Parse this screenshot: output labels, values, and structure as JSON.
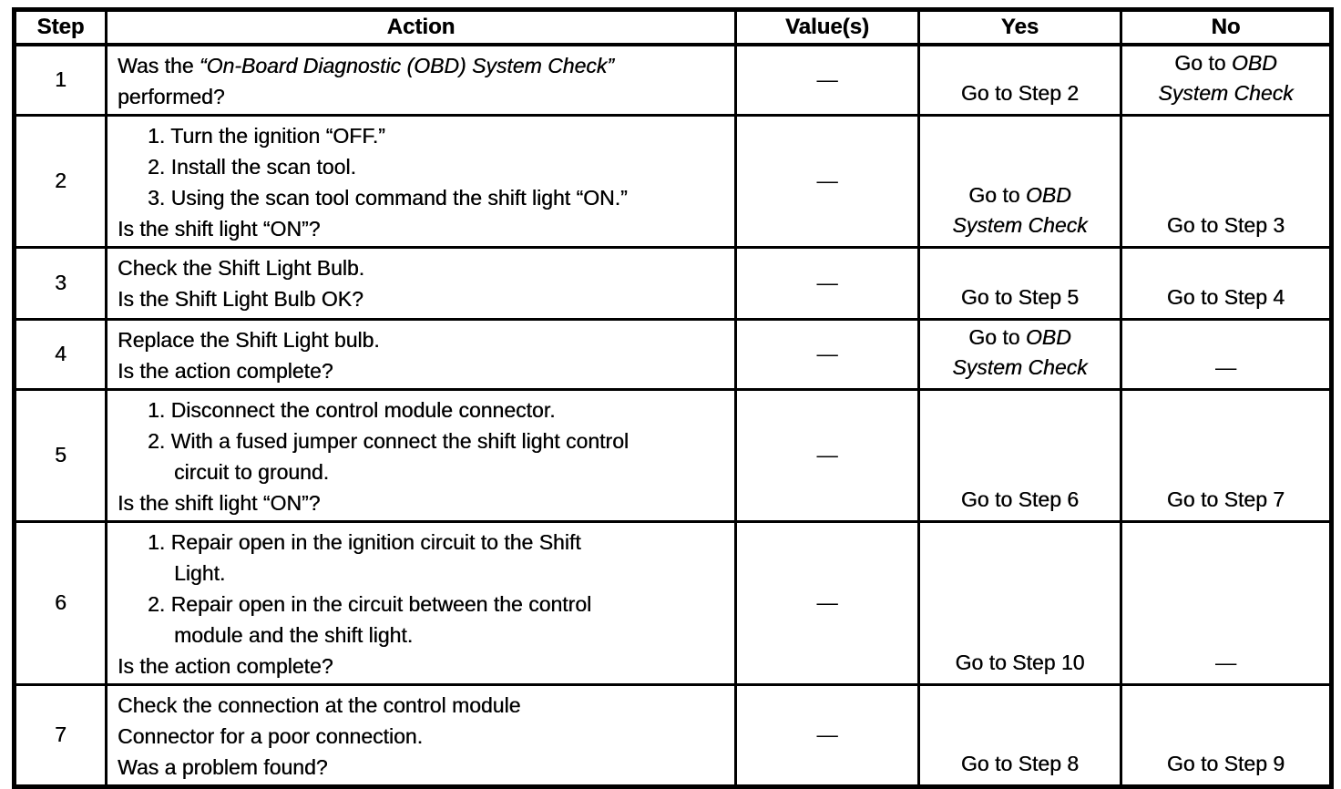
{
  "table": {
    "headers": [
      "Step",
      "Action",
      "Value(s)",
      "Yes",
      "No"
    ],
    "rows": [
      {
        "step": "1",
        "action": [
          {
            "ind": 0,
            "seg": [
              {
                "t": "Was the "
              },
              {
                "t": "“On-Board Diagnostic (OBD) System Check”",
                "i": true
              }
            ]
          },
          {
            "ind": 0,
            "seg": [
              {
                "t": "performed?"
              }
            ]
          }
        ],
        "value": "—",
        "yes": [
          [
            {
              "t": "Go to Step 2"
            }
          ]
        ],
        "no": [
          [
            {
              "t": "Go to "
            },
            {
              "t": "OBD",
              "i": true
            }
          ],
          [
            {
              "t": "System Check",
              "i": true
            }
          ]
        ]
      },
      {
        "step": "2",
        "action": [
          {
            "ind": 1,
            "seg": [
              {
                "t": "1. Turn the ignition “OFF.”"
              }
            ]
          },
          {
            "ind": 1,
            "seg": [
              {
                "t": "2. Install the scan tool."
              }
            ]
          },
          {
            "ind": 1,
            "seg": [
              {
                "t": "3. Using the scan tool command the shift light “ON.”"
              }
            ]
          },
          {
            "ind": 0,
            "seg": [
              {
                "t": "Is the shift light “ON”?"
              }
            ]
          }
        ],
        "value": "—",
        "yes": [
          [
            {
              "t": "Go to "
            },
            {
              "t": "OBD",
              "i": true
            }
          ],
          [
            {
              "t": "System Check",
              "i": true
            }
          ]
        ],
        "no": [
          [
            {
              "t": "Go to Step 3"
            }
          ]
        ]
      },
      {
        "step": "3",
        "action": [
          {
            "ind": 0,
            "seg": [
              {
                "t": "Check the Shift Light Bulb."
              }
            ]
          },
          {
            "ind": 0,
            "seg": [
              {
                "t": "Is the Shift Light Bulb OK?"
              }
            ]
          }
        ],
        "value": "—",
        "yes": [
          [
            {
              "t": "Go to Step 5"
            }
          ]
        ],
        "no": [
          [
            {
              "t": "Go to Step 4"
            }
          ]
        ]
      },
      {
        "step": "4",
        "action": [
          {
            "ind": 0,
            "seg": [
              {
                "t": "Replace the Shift Light bulb."
              }
            ]
          },
          {
            "ind": 0,
            "seg": [
              {
                "t": "Is the action complete?"
              }
            ]
          }
        ],
        "value": "—",
        "yes": [
          [
            {
              "t": "Go to "
            },
            {
              "t": "OBD",
              "i": true
            }
          ],
          [
            {
              "t": "System Check",
              "i": true
            }
          ]
        ],
        "no": [
          [
            {
              "t": "—"
            }
          ]
        ]
      },
      {
        "step": "5",
        "action": [
          {
            "ind": 1,
            "seg": [
              {
                "t": "1. Disconnect the control module connector."
              }
            ]
          },
          {
            "ind": 1,
            "seg": [
              {
                "t": "2. With a fused jumper connect the shift light control"
              }
            ]
          },
          {
            "ind": 2,
            "seg": [
              {
                "t": "circuit to ground."
              }
            ]
          },
          {
            "ind": 0,
            "seg": [
              {
                "t": "Is the shift light “ON”?"
              }
            ]
          }
        ],
        "value": "—",
        "yes": [
          [
            {
              "t": "Go to Step 6"
            }
          ]
        ],
        "no": [
          [
            {
              "t": "Go to Step 7"
            }
          ]
        ]
      },
      {
        "step": "6",
        "action": [
          {
            "ind": 1,
            "seg": [
              {
                "t": "1. Repair open in the ignition circuit to the Shift"
              }
            ]
          },
          {
            "ind": 2,
            "seg": [
              {
                "t": "Light."
              }
            ]
          },
          {
            "ind": 1,
            "seg": [
              {
                "t": "2. Repair open in the circuit between the control"
              }
            ]
          },
          {
            "ind": 2,
            "seg": [
              {
                "t": "module and the shift light."
              }
            ]
          },
          {
            "ind": 0,
            "seg": [
              {
                "t": "Is the action complete?"
              }
            ]
          }
        ],
        "value": "—",
        "yes": [
          [
            {
              "t": "Go to Step 10"
            }
          ]
        ],
        "no": [
          [
            {
              "t": "—"
            }
          ]
        ]
      },
      {
        "step": "7",
        "action": [
          {
            "ind": 0,
            "seg": [
              {
                "t": "Check the connection at the control module"
              }
            ]
          },
          {
            "ind": 0,
            "seg": [
              {
                "t": "Connector for a poor connection."
              }
            ]
          },
          {
            "ind": 0,
            "seg": [
              {
                "t": "Was a problem found?"
              }
            ]
          }
        ],
        "value": "—",
        "yes": [
          [
            {
              "t": "Go to Step 8"
            }
          ]
        ],
        "no": [
          [
            {
              "t": "Go to Step 9"
            }
          ]
        ]
      }
    ]
  }
}
